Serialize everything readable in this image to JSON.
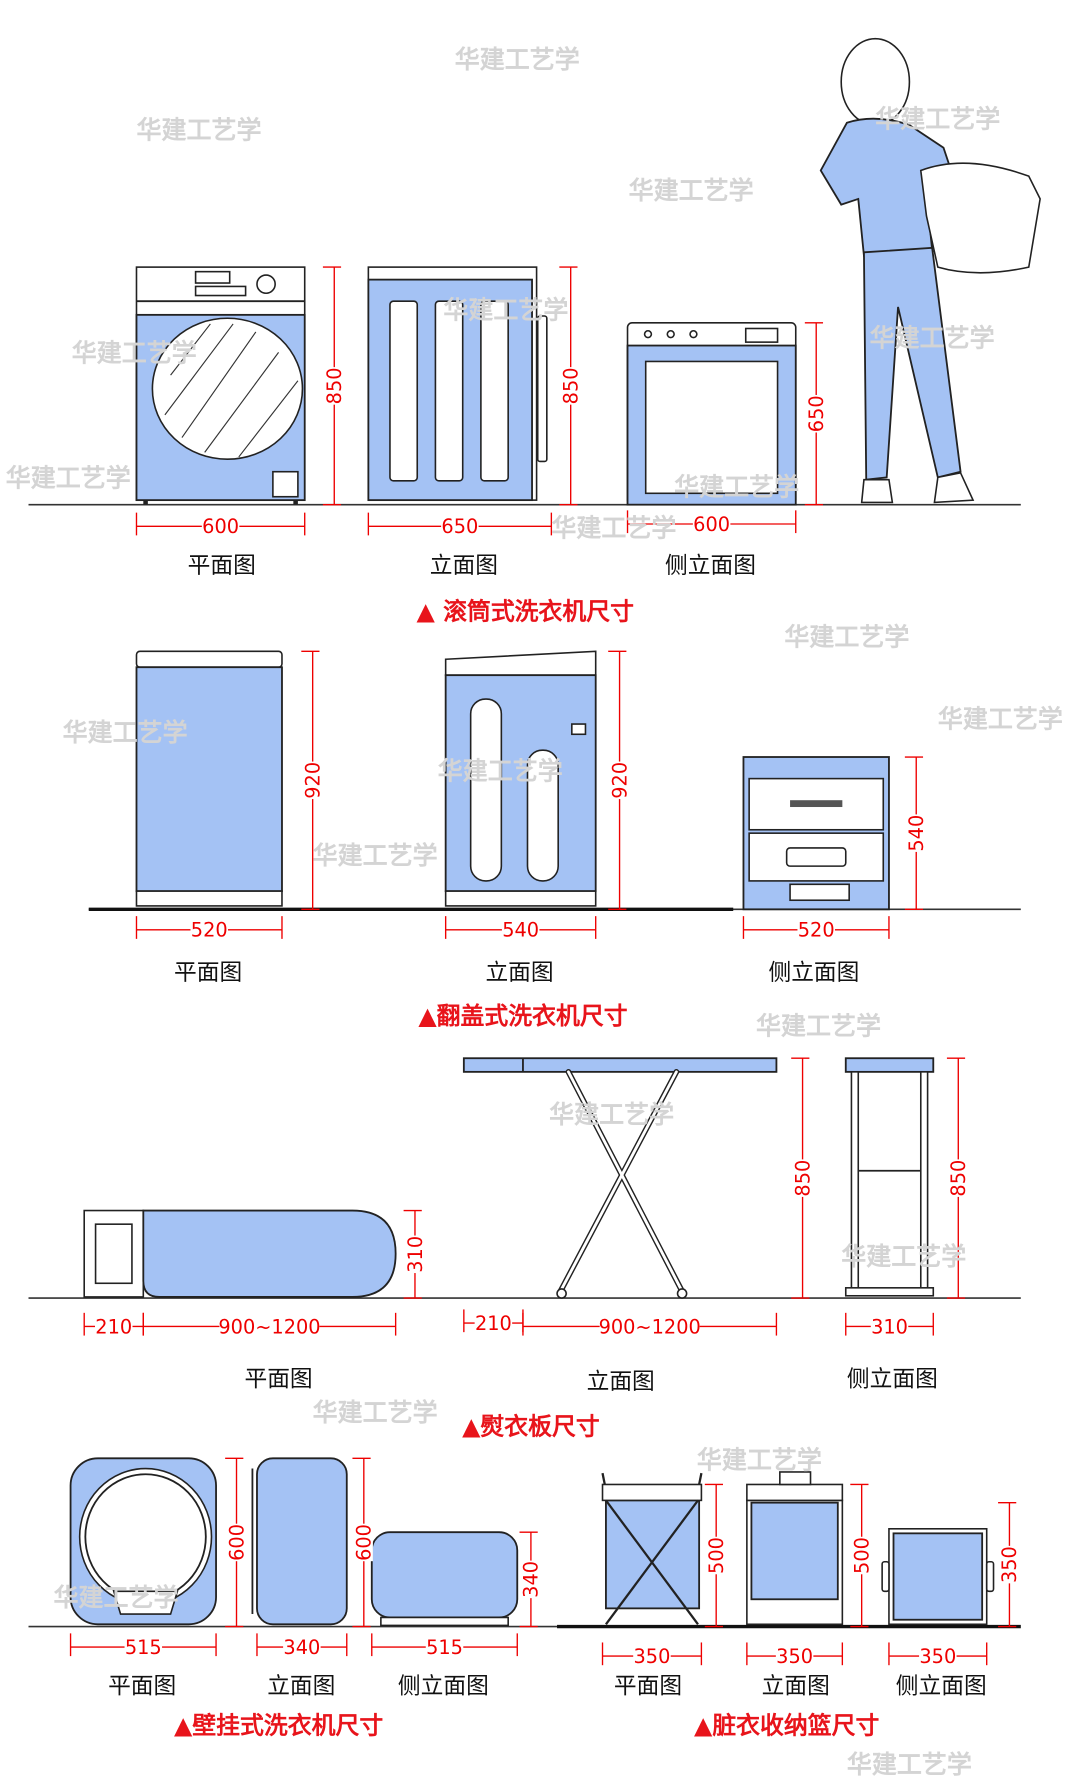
{
  "watermark": "华建工艺学",
  "colors": {
    "fill": "#a4c2f4",
    "dimension": "#e00000",
    "title": "#e8141b"
  },
  "drum": {
    "title": "▲ 滚筒式洗衣机尺寸",
    "views": [
      "平面图",
      "立面图",
      "侧立面图"
    ],
    "dims": {
      "front_w": "600",
      "front_h": "850",
      "side_w": "650",
      "side_h": "850",
      "top_w": "600",
      "top_h": "650"
    }
  },
  "top_load": {
    "title": "▲翻盖式洗衣机尺寸",
    "views": [
      "平面图",
      "立面图",
      "侧立面图"
    ],
    "dims": {
      "a_w": "520",
      "a_h": "920",
      "b_w": "540",
      "b_h": "920",
      "c_w": "520",
      "c_h": "540"
    }
  },
  "ironing": {
    "title": "▲熨衣板尺寸",
    "views": [
      "平面图",
      "立面图",
      "侧立面图"
    ],
    "dims": {
      "plan_end": "210",
      "plan_len": "900~1200",
      "plan_h": "310",
      "elev_end": "210",
      "elev_len": "900~1200",
      "elev_h": "850",
      "side_w": "310",
      "side_h": "850"
    }
  },
  "wall": {
    "title": "▲壁挂式洗衣机尺寸",
    "views": [
      "平面图",
      "立面图",
      "侧立面图"
    ],
    "dims": {
      "a_w": "515",
      "a_h": "600",
      "b_w": "340",
      "b_h": "600",
      "c_w": "515",
      "c_h": "340"
    }
  },
  "basket": {
    "title": "▲脏衣收纳篮尺寸",
    "views": [
      "平面图",
      "立面图",
      "侧立面图"
    ],
    "dims": {
      "a_w": "350",
      "a_h": "500",
      "b_w": "350",
      "b_h": "500",
      "c_w": "350",
      "c_h": "350"
    }
  }
}
